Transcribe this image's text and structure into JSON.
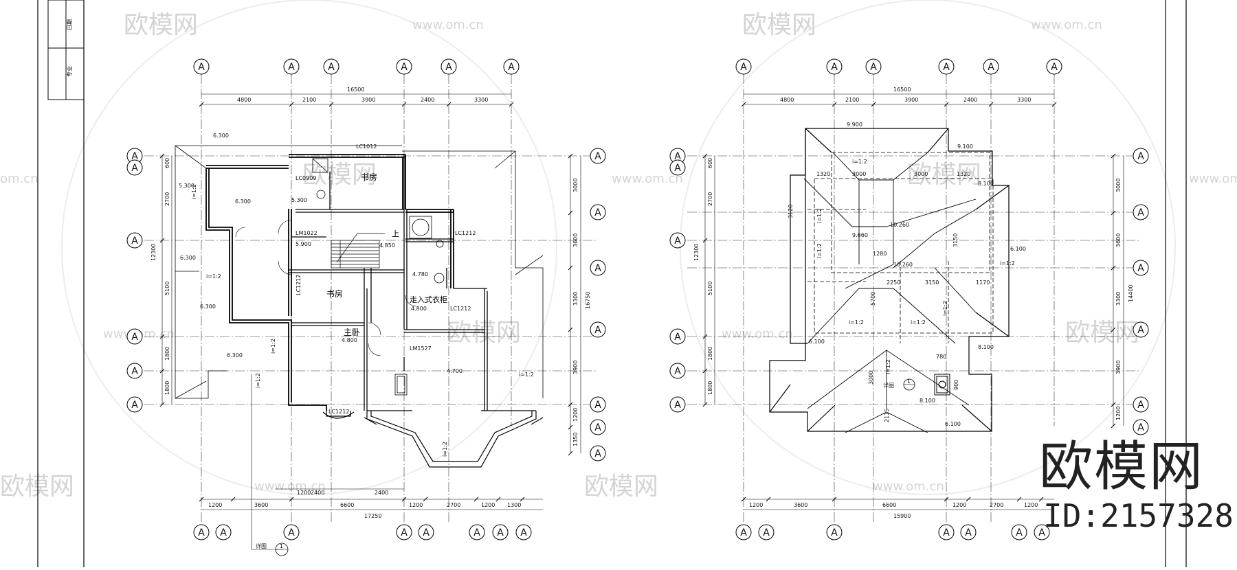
{
  "title_block": {
    "col1": "专业",
    "col2": "日期"
  },
  "axis_label": "A",
  "watermark": {
    "brand": "欧模网",
    "url": "www.om.cn",
    "url_short": "om.cn"
  },
  "brand_block": {
    "name": "欧模网",
    "id": "ID:2157328"
  },
  "floor_plan": {
    "rooms": {
      "study_top": "书房",
      "study_mid": "书房",
      "walkin_closet": "走入式衣柜",
      "master_bedroom": "主卧"
    },
    "stair_up": "上",
    "detail_label": "详图",
    "detail_symbol": "1",
    "windows": [
      "LC1012",
      "LC0909",
      "LM1022",
      "LC1212",
      "LC1212",
      "LM1527",
      "LC1212",
      "LC1212"
    ],
    "top_dims_total": "16500",
    "top_dims": [
      "4800",
      "2100",
      "3900",
      "2400",
      "3300"
    ],
    "bottom_dims_total": "17250",
    "bottom_dims": [
      "1200",
      "3600",
      "6600",
      "1200",
      "2700",
      "1200",
      "1300"
    ],
    "bottom_dims_mid": [
      "1200",
      "2400",
      "2400"
    ],
    "left_dims_total": "12300",
    "left_dims": [
      "600",
      "2700",
      "5100",
      "1800",
      "1800"
    ],
    "right_dims_total": "16750",
    "right_dims": [
      "3000",
      "3600",
      "3300",
      "3900",
      "1200",
      "1350"
    ],
    "elevations": [
      "6.300",
      "5.300",
      "6.300",
      "6.300",
      "6.300",
      "5.300",
      "5.900",
      "4.850",
      "4.780",
      "4.800",
      "4.800",
      "4.700",
      "6.300"
    ],
    "slopes": [
      "i=1:2",
      "i=1:2",
      "i=1:2",
      "i=1:2",
      "i=1:2",
      "i=1:2"
    ]
  },
  "roof_plan": {
    "detail_label": "详图",
    "detail_symbol": "1",
    "top_dims_total": "16500",
    "top_dims": [
      "4800",
      "2100",
      "3900",
      "2400",
      "3300"
    ],
    "bottom_dims_total": "15900",
    "bottom_dims": [
      "1200",
      "3600",
      "6600",
      "1200",
      "2700",
      "1200"
    ],
    "left_dims_total": "12300",
    "left_dims": [
      "600",
      "2700",
      "5100",
      "1800",
      "1800"
    ],
    "right_dims_total": "14400",
    "right_dims": [
      "3000",
      "3600",
      "3300",
      "3900",
      "1200"
    ],
    "inner_dims": [
      "1320",
      "3000",
      "3000",
      "1320",
      "3120",
      "3150",
      "2250",
      "3150",
      "1170",
      "1280",
      "5700",
      "3000",
      "2115",
      "780",
      "900"
    ],
    "elevations": [
      "9.900",
      "9.100",
      "9.660",
      "10.260",
      "10.260",
      "8.100",
      "6.100",
      "8.100",
      "6.100",
      "6.100",
      "8.100"
    ],
    "slopes": [
      "i=1:2",
      "i=1:2",
      "i=1:2",
      "i=1:2",
      "i=1:2",
      "i=1:2",
      "i=1:2",
      "i=1:2"
    ]
  }
}
